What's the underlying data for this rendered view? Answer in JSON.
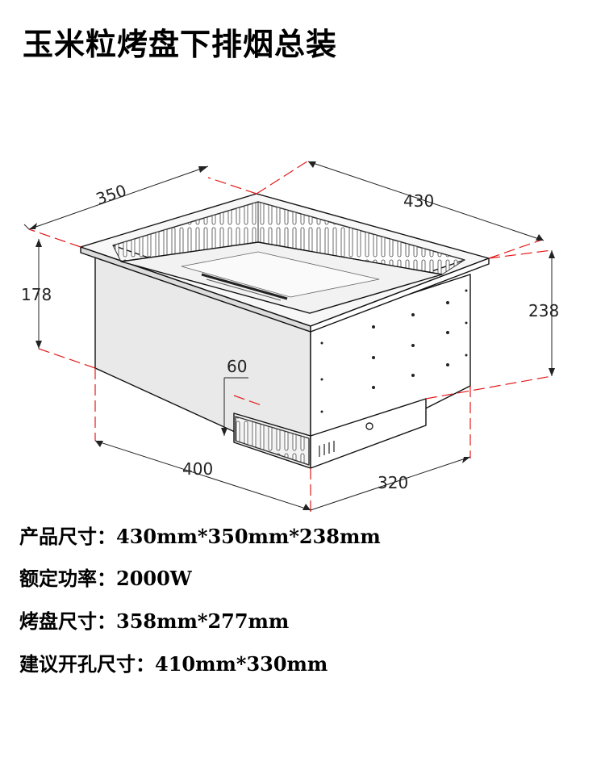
{
  "title": "玉米粒烤盘下排烟总装",
  "dimensions": {
    "top_depth": "350",
    "top_width": "430",
    "upper_height": "178",
    "total_height": "238",
    "step": "60",
    "bottom_width": "400",
    "bottom_depth": "320"
  },
  "specs": [
    {
      "label": "产品尺寸：",
      "value": "430mm*350mm*238mm"
    },
    {
      "label": "额定功率：",
      "value": "2000W"
    },
    {
      "label": "烤盘尺寸：",
      "value": "358mm*277mm"
    },
    {
      "label": "建议开孔尺寸：",
      "value": "410mm*330mm"
    }
  ]
}
